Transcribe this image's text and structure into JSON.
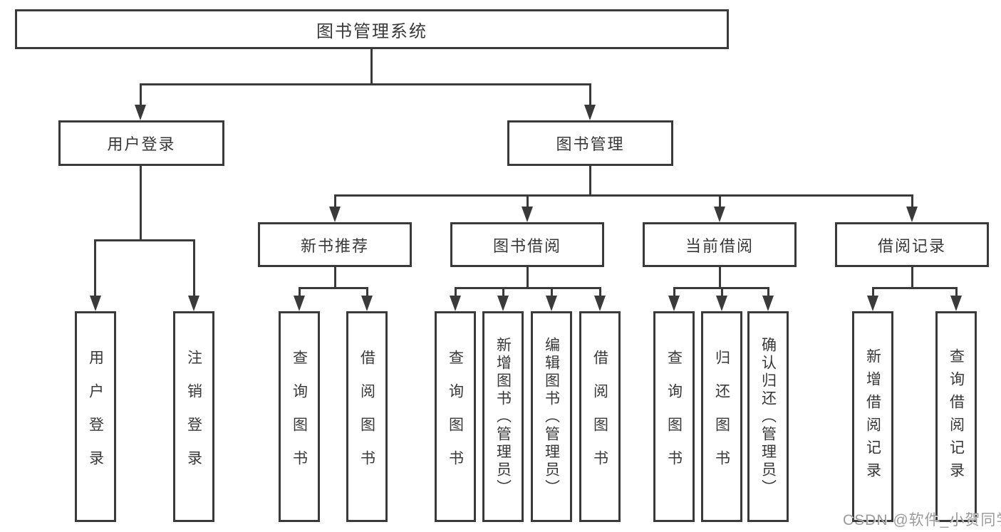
{
  "diagram": {
    "root": {
      "label": "图书管理系统"
    },
    "level2": [
      {
        "label": "用户登录"
      },
      {
        "label": "图书管理"
      }
    ],
    "level3": [
      {
        "label": "新书推荐"
      },
      {
        "label": "图书借阅"
      },
      {
        "label": "当前借阅"
      },
      {
        "label": "借阅记录"
      }
    ],
    "leaves": {
      "user_login": [
        {
          "label": "用户登录"
        },
        {
          "label": "注销登录"
        }
      ],
      "new_book": [
        {
          "label": "查询图书"
        },
        {
          "label": "借阅图书"
        }
      ],
      "book_borrow": [
        {
          "label": "查询图书"
        },
        {
          "label": "新增图书（管理员）"
        },
        {
          "label": "编辑图书（管理员）"
        },
        {
          "label": "借阅图书"
        }
      ],
      "current_borrow": [
        {
          "label": "查询图书"
        },
        {
          "label": "归还图书"
        },
        {
          "label": "确认归还（管理员）"
        }
      ],
      "borrow_record": [
        {
          "label": "新增借阅记录"
        },
        {
          "label": "查询借阅记录"
        }
      ]
    }
  },
  "watermark": {
    "text": "CSDN @软件_小贺同学"
  },
  "colors": {
    "line": "#3a3a3a",
    "text": "#383838",
    "background": "#ffffff",
    "watermark": "#9b9b9b"
  }
}
